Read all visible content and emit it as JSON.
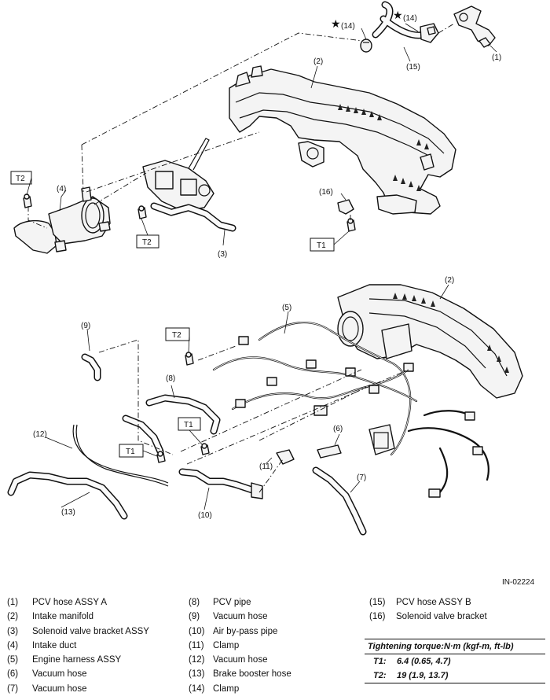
{
  "diagram": {
    "code": "IN-02224",
    "callouts": {
      "c1": "(1)",
      "c2_top": "(2)",
      "c2_bottom": "(2)",
      "c3": "(3)",
      "c4": "(4)",
      "c5": "(5)",
      "c6": "(6)",
      "c7": "(7)",
      "c8": "(8)",
      "c9": "(9)",
      "c10": "(10)",
      "c11": "(11)",
      "c12": "(12)",
      "c13": "(13)",
      "c14_left": "(14)",
      "c14_right": "(14)",
      "c15": "(15)",
      "c16": "(16)",
      "star": "★"
    },
    "torque_tags": {
      "t2_top_left": "T2",
      "t2_top_mid": "T2",
      "t1_top_right": "T1",
      "t2_bottom": "T2",
      "t1_bottom_mid": "T1",
      "t1_bottom_left": "T1"
    }
  },
  "legend": {
    "column1": [
      {
        "num": "(1)",
        "label": "PCV hose ASSY A"
      },
      {
        "num": "(2)",
        "label": "Intake manifold"
      },
      {
        "num": "(3)",
        "label": "Solenoid valve bracket ASSY"
      },
      {
        "num": "(4)",
        "label": "Intake duct"
      },
      {
        "num": "(5)",
        "label": "Engine harness ASSY"
      },
      {
        "num": "(6)",
        "label": "Vacuum hose"
      },
      {
        "num": "(7)",
        "label": "Vacuum hose"
      }
    ],
    "column2": [
      {
        "num": "(8)",
        "label": "PCV pipe"
      },
      {
        "num": "(9)",
        "label": "Vacuum hose"
      },
      {
        "num": "(10)",
        "label": "Air by-pass pipe"
      },
      {
        "num": "(11)",
        "label": "Clamp"
      },
      {
        "num": "(12)",
        "label": "Vacuum hose"
      },
      {
        "num": "(13)",
        "label": "Brake booster hose"
      },
      {
        "num": "(14)",
        "label": "Clamp"
      }
    ],
    "column3": [
      {
        "num": "(15)",
        "label": "PCV hose ASSY B"
      },
      {
        "num": "(16)",
        "label": "Solenoid valve bracket"
      }
    ]
  },
  "torque": {
    "title": "Tightening torque:N·m (kgf-m, ft-lb)",
    "rows": [
      {
        "key": "T1:",
        "value": "6.4 (0.65, 4.7)"
      },
      {
        "key": "T2:",
        "value": "19 (1.9, 13.7)"
      }
    ]
  }
}
